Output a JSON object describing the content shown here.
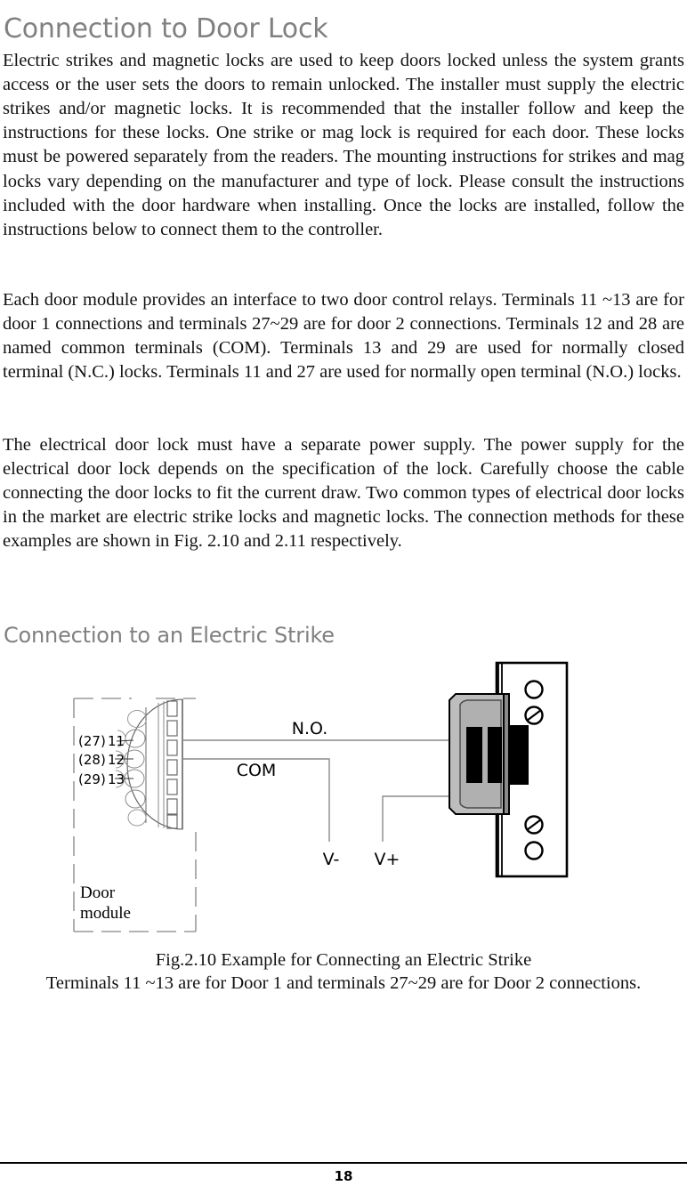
{
  "document": {
    "page_number": "18"
  },
  "headings": {
    "main": "Connection to Door Lock",
    "sub": "Connection to an Electric Strike"
  },
  "paragraphs": {
    "p1": "Electric strikes and magnetic locks are used to keep doors locked unless the system grants access or the user sets the doors to remain unlocked.  The installer must supply the electric strikes and/or magnetic locks.  It is recommended that the installer follow and keep the instructions for these locks.  One strike or mag lock is required for each door.   These locks must be powered separately from the readers. The mounting instructions for strikes and mag locks vary depending on the manufacturer and type of lock.   Please consult the instructions included with the door hardware when installing.  Once the locks are installed, follow the instructions below to connect them to the controller.",
    "p2": "Each door module provides an interface to two door control relays.  Terminals 11 ~13 are for door 1 connections and terminals 27~29 are for door 2 connections. Terminals 12 and 28 are named common terminals (COM). Terminals 13 and 29 are used for normally closed terminal (N.C.) locks. Terminals 11 and 27 are used for normally open terminal (N.O.) locks.",
    "p3": "The electrical door lock must have a separate power supply. The power supply for the electrical door lock depends on the specification of the lock. Carefully choose the cable connecting the door locks to fit the current draw.  Two common types of electrical door locks in the market are electric strike locks and magnetic locks. The connection methods for these examples are shown in Fig. 2.10 and 2.11 respectively."
  },
  "figure": {
    "module_label_line_1": "Door",
    "module_label_line_2": "module",
    "terminals": [
      {
        "alt": "(27)",
        "num": "11"
      },
      {
        "alt": "(28)",
        "num": "12"
      },
      {
        "alt": "(29)",
        "num": "13"
      }
    ],
    "wire_labels": {
      "no": "N.O.",
      "com": "COM",
      "vminus": "V-",
      "vplus": "V+"
    },
    "caption_line_1": "Fig.2.10 Example for Connecting an Electric Strike",
    "caption_line_2": "Terminals 11 ~13 are for Door 1 and terminals 27~29 are for Door 2 connections."
  },
  "colors": {
    "heading_gray": "#808080",
    "body_black": "#111111",
    "wire_gray": "#808080",
    "keeper_light_gray": "#c0c0c0",
    "keeper_mid_gray": "#a8a8a8",
    "keeper_dark_gray": "#8a8a8a",
    "strike_black": "#000000",
    "dashed_gray": "#9a9a9a"
  }
}
